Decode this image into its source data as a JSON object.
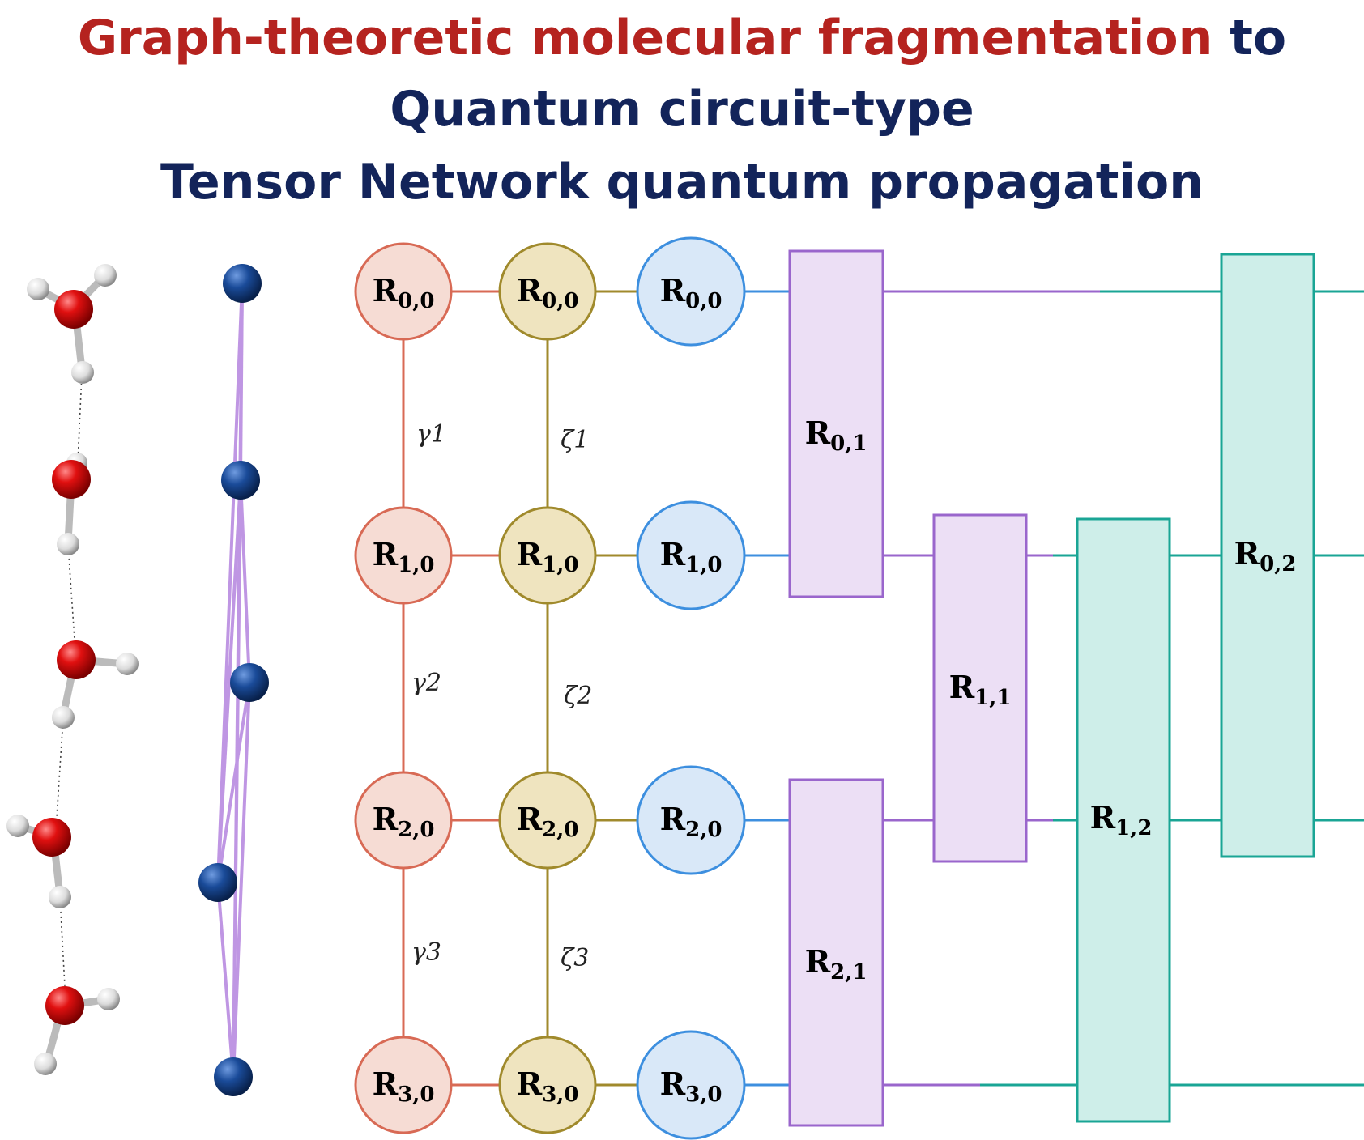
{
  "title": {
    "line1_a": "Graph-theoretic molecular fragmentation",
    "line1_b": "to",
    "line2": "Quantum circuit-type",
    "line3": "Tensor Network quantum propagation"
  },
  "colors": {
    "title_red": "#b5231f",
    "title_navy": "#13245a",
    "col_red": "#d86a55",
    "col_red_fill": "#f6dcd4",
    "col_olive": "#a08a2c",
    "col_olive_fill": "#efe4bf",
    "col_blue": "#3d8fdf",
    "col_blue_fill": "#d9e8f8",
    "gate_purple": "#9a66cc",
    "gate_purple_fill": "#ecdff5",
    "gate_teal": "#1aa595",
    "gate_teal_fill": "#ceeee9",
    "graph_edge": "#b98be0",
    "graph_node": "#173d7e"
  },
  "columns": {
    "red": [
      "R0,0",
      "R1,0",
      "R2,0",
      "R3,0"
    ],
    "olive": [
      "R0,0",
      "R1,0",
      "R2,0",
      "R3,0"
    ],
    "blue": [
      "R0,0",
      "R1,0",
      "R2,0",
      "R3,0"
    ]
  },
  "couplings": {
    "gamma": [
      "γ1",
      "γ2",
      "γ3"
    ],
    "zeta": [
      "ζ1",
      "ζ2",
      "ζ3"
    ]
  },
  "gates": {
    "g01": "R0,1",
    "g21": "R2,1",
    "g11": "R1,1",
    "g12": "R1,2",
    "g02": "R0,2"
  }
}
